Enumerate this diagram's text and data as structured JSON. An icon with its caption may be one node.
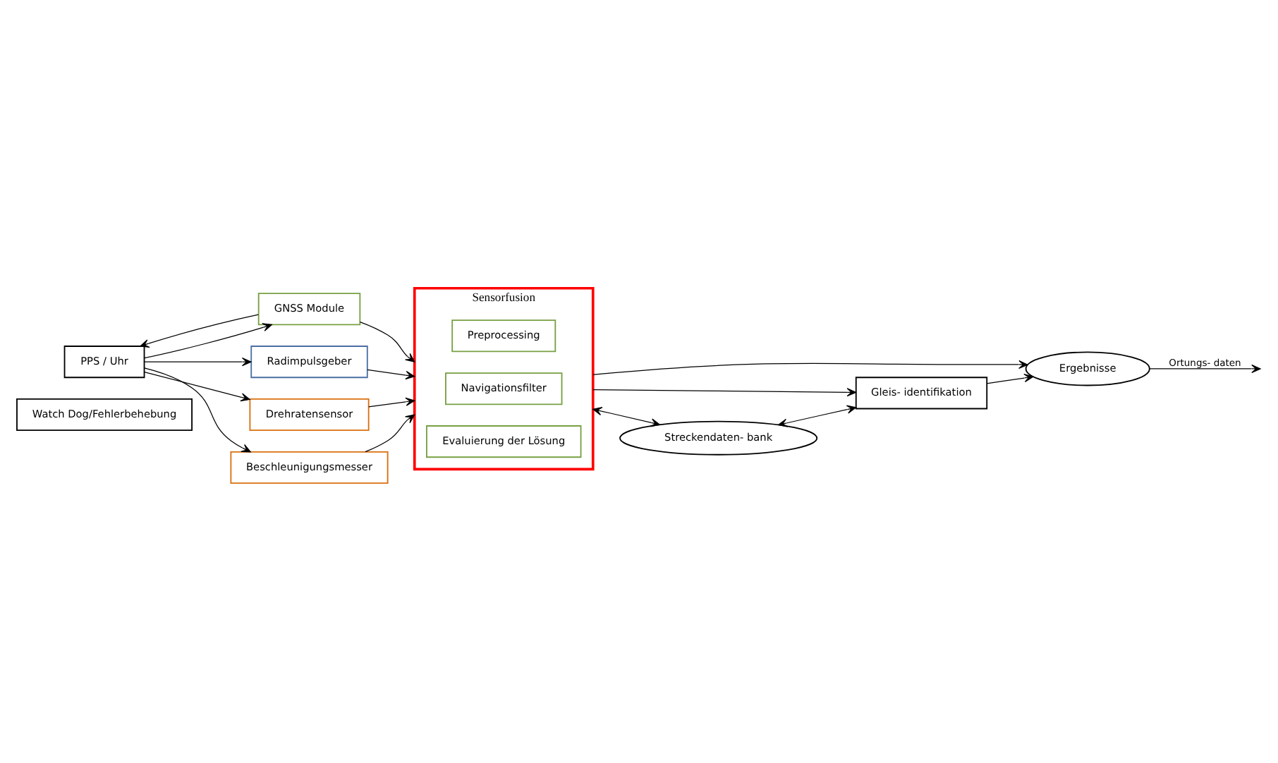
{
  "diagram": {
    "nodes": [
      {
        "text": [
          "Watch Dog/Fehlerbehebung"
        ]
      },
      {
        "text": [
          "Radimpulsgeber"
        ]
      },
      {
        "text": [
          "Drehratensensor"
        ]
      },
      {
        "text": [
          "Beschleunigungsmesser"
        ]
      },
      {
        "text": [
          "GNSS Module"
        ]
      },
      {
        "text": [
          "PPS / Uhr"
        ]
      },
      {
        "text": [
          "Sensorfusion"
        ]
      },
      {
        "text": [
          "Preprocessing"
        ],
        "in": 6
      },
      {
        "text": [
          "Navigationsfilter"
        ],
        "in": 6
      },
      {
        "text": [
          "Evaluierung der Lösung"
        ],
        "in": 6
      },
      {
        "text": [
          "Ergebnisse"
        ]
      },
      {
        "text": [
          "Gleis- identifikation"
        ]
      },
      {
        "text": [
          "Streckendaten- bank"
        ]
      }
    ],
    "edges": [
      {
        "from": 5,
        "to": 1,
        "arrow": "to"
      },
      {
        "from": 5,
        "to": 2,
        "arrow": "to"
      },
      {
        "from": 5,
        "to": 3,
        "arrow": "to"
      },
      {
        "from": 5,
        "to": 4,
        "arrow": "to"
      },
      {
        "from": 4,
        "to": 5,
        "arrow": "to"
      },
      {
        "from": 1,
        "to": 6,
        "arrow": "to"
      },
      {
        "from": 2,
        "to": 6,
        "arrow": "to"
      },
      {
        "from": 3,
        "to": 6,
        "arrow": "to"
      },
      {
        "from": 4,
        "to": 6,
        "arrow": "to"
      },
      {
        "from": 6,
        "to": 10,
        "arrow": "to"
      },
      {
        "from": 6,
        "to": 11,
        "arrow": "to"
      },
      {
        "from": 6,
        "to": 12,
        "arrow": "both"
      },
      {
        "from": 12,
        "to": 11,
        "arrow": "both"
      },
      {
        "from": 11,
        "to": 10,
        "arrow": "to"
      },
      {
        "from": 10,
        "to": null,
        "arrow": "to",
        "label": "Ortungs- daten"
      }
    ]
  }
}
